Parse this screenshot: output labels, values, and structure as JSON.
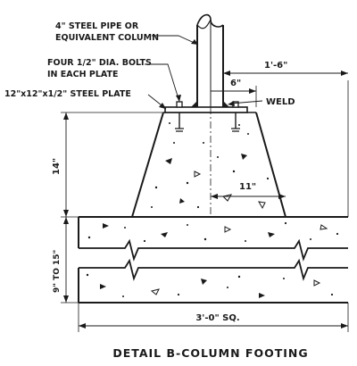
{
  "drawing": {
    "caption": "DETAIL B-COLUMN FOOTING",
    "labels": {
      "pipe_line1": "4\" STEEL PIPE OR",
      "pipe_line2": "EQUIVALENT COLUMN",
      "bolts_line1": "FOUR 1/2\" DIA. BOLTS",
      "bolts_line2": "IN EACH PLATE",
      "plate": "12\"x12\"x1/2\" STEEL PLATE",
      "weld": "WELD"
    },
    "dimensions": {
      "pedestal_height": "14\"",
      "half_top": "6\"",
      "half_base": "11\"",
      "offset": "1'-6\"",
      "footing_thickness": "9\" TO 15\"",
      "footing_width": "3'-0\" SQ."
    }
  }
}
